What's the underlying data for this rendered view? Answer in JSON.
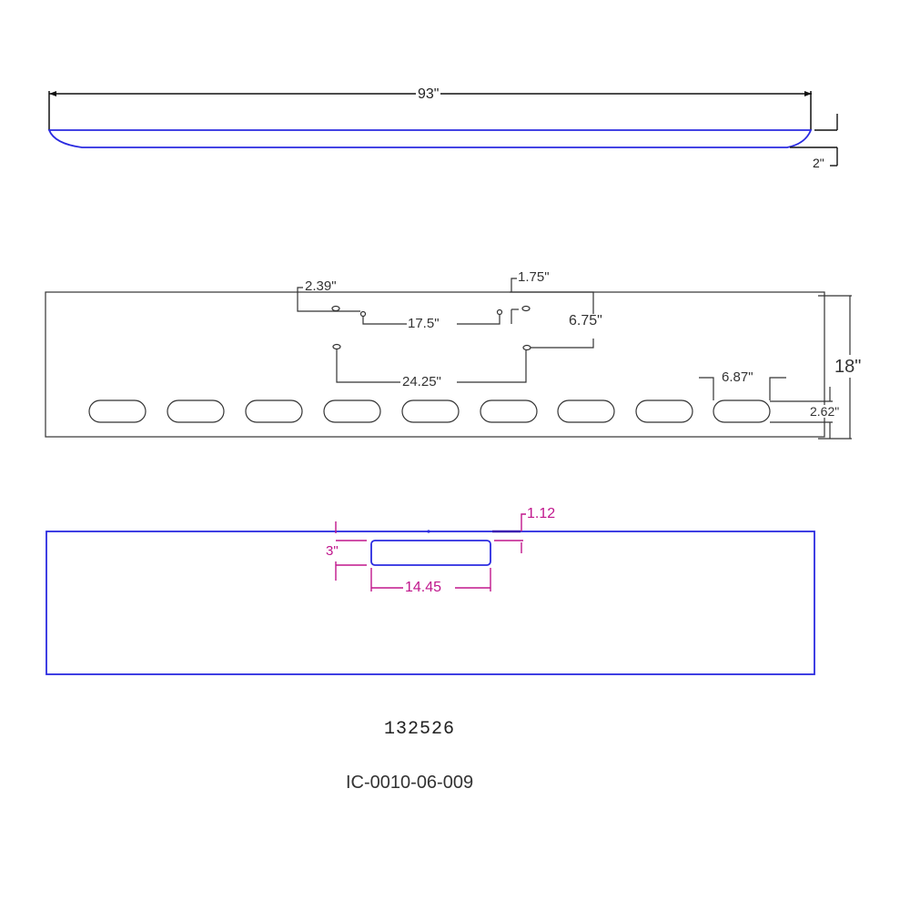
{
  "drawing": {
    "top_view": {
      "length_dim": "93\"",
      "depth_dim": "2\"",
      "stroke_color": "#2a2ae0"
    },
    "front_view": {
      "dims": {
        "left_offset": "2.39\"",
        "right_offset": "1.75\"",
        "inner_span": "17.5\"",
        "outer_span": "24.25\"",
        "vertical_spacing": "6.75\"",
        "slot_width": "6.87\"",
        "height": "18\"",
        "slot_height": "2.62\""
      },
      "slot_count": 9,
      "stroke_color": "#333333"
    },
    "rear_view": {
      "dims": {
        "cutout_height": "3\"",
        "cutout_width": "14.45",
        "cutout_offset": "1.12"
      },
      "stroke_color": "#2a2ae0",
      "dim_color": "#c0168c"
    },
    "part_number": "132526",
    "drawing_number": "IC-0010-06-009"
  }
}
